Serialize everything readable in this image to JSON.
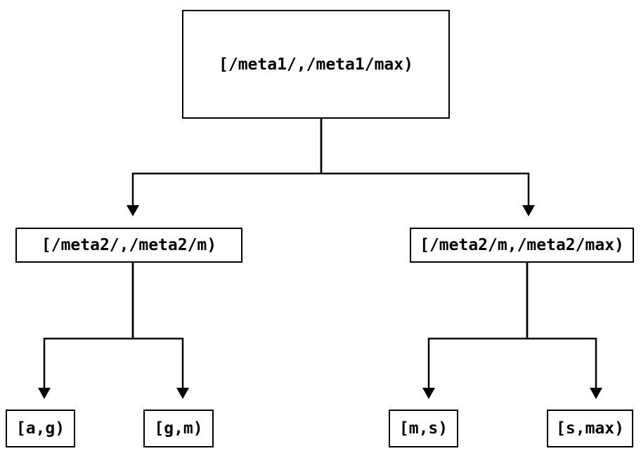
{
  "diagram": {
    "type": "tree",
    "colors": {
      "line": "#000000",
      "text": "#000000",
      "background": "#ffffff",
      "node_fill": "#ffffff"
    },
    "nodes": {
      "root": {
        "label": "[/meta1/,/meta1/max)"
      },
      "mid_left": {
        "label": "[/meta2/,/meta2/m)"
      },
      "mid_right": {
        "label": "[/meta2/m,/meta2/max)"
      },
      "leaf_a_g": {
        "label": "[a,g)"
      },
      "leaf_g_m": {
        "label": "[g,m)"
      },
      "leaf_m_s": {
        "label": "[m,s)"
      },
      "leaf_s_max": {
        "label": "[s,max)"
      }
    },
    "edges": [
      {
        "from": "root",
        "to": "mid_left"
      },
      {
        "from": "root",
        "to": "mid_right"
      },
      {
        "from": "mid_left",
        "to": "leaf_a_g"
      },
      {
        "from": "mid_left",
        "to": "leaf_g_m"
      },
      {
        "from": "mid_right",
        "to": "leaf_m_s"
      },
      {
        "from": "mid_right",
        "to": "leaf_s_max"
      }
    ]
  }
}
